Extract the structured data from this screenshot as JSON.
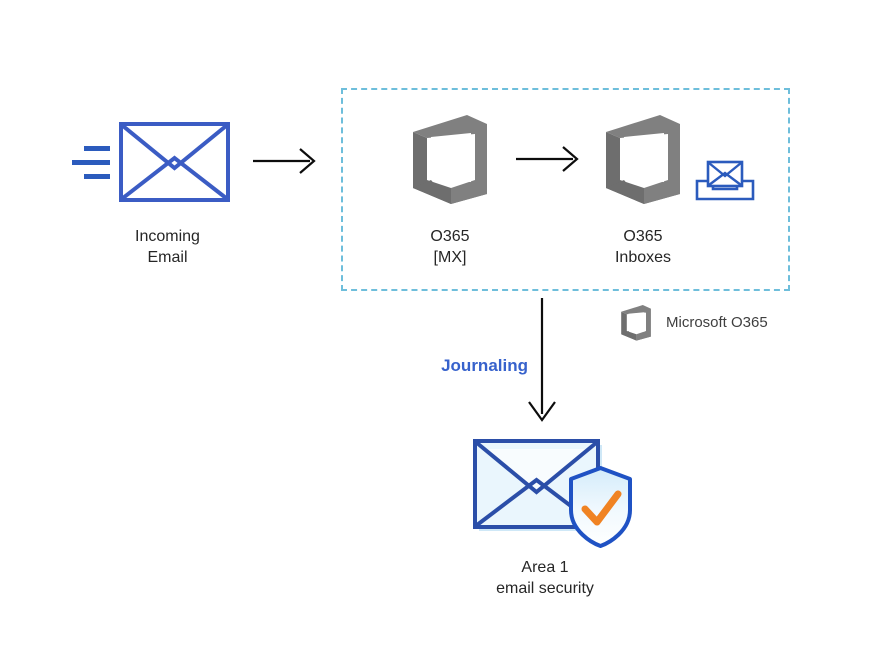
{
  "diagram": {
    "title": "Area 1 email security journaling flow with Microsoft O365",
    "background_color": "#ffffff",
    "colors": {
      "envelope_blue": "#3b5cc4",
      "envelope_blue_dark": "#2b4ea8",
      "accent_blue_text": "#3762cc",
      "office_gray": "#808080",
      "office_gray_dark": "#6e6e6e",
      "dashed_teal": "#6ebedb",
      "arrow_black": "#0d0d0d",
      "shield_orange": "#f08323",
      "envelope_fill_light": "#dceef8",
      "text_dark": "#262626"
    }
  },
  "nodes": {
    "incoming_email": {
      "label": "Incoming\nEmail",
      "icon": "envelope-icon"
    },
    "o365_mx": {
      "label": "O365\n[MX]",
      "icon": "office-logo-icon"
    },
    "o365_inboxes": {
      "label": "O365\nInboxes",
      "icon": "office-logo-icon",
      "badge_icon": "inbox-tray-icon"
    },
    "area1": {
      "label": "Area 1\nemail security",
      "icon": "email-shield-icon"
    }
  },
  "edges": {
    "incoming_to_mx": {
      "label": "",
      "direction": "right"
    },
    "mx_to_inboxes": {
      "label": "",
      "direction": "right"
    },
    "inboxes_to_area1": {
      "label": "Journaling",
      "direction": "down"
    }
  },
  "zone": {
    "name": "Microsoft O365 boundary",
    "style": "dashed"
  },
  "legend": {
    "items": [
      {
        "icon": "office-logo-icon",
        "label": "Microsoft O365"
      }
    ]
  }
}
